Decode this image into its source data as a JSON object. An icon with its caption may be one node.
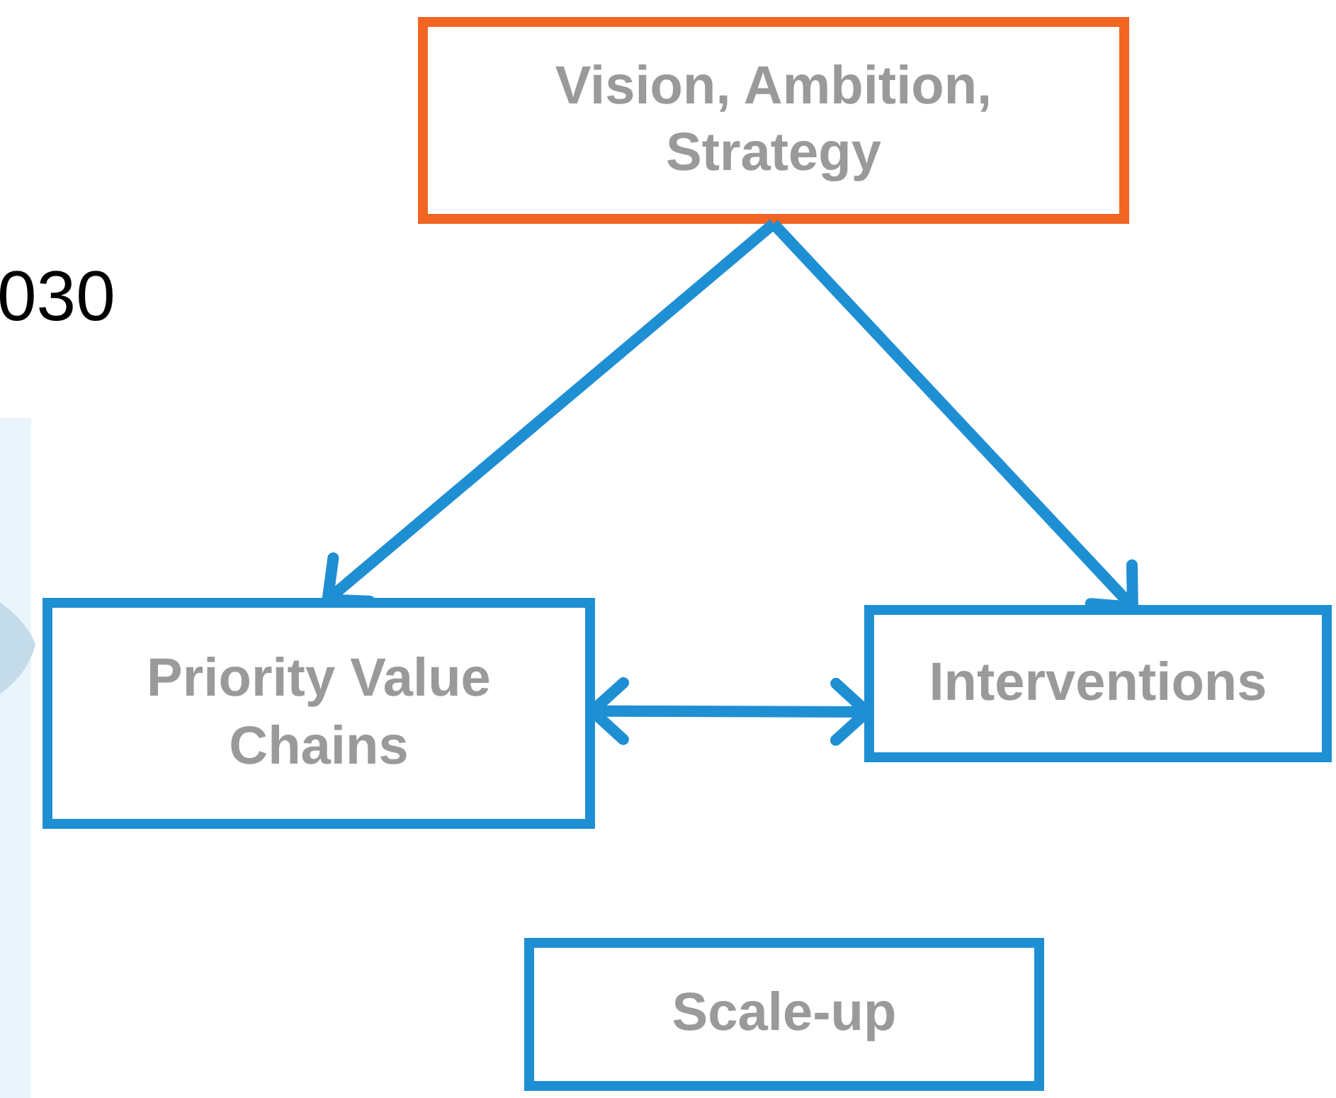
{
  "diagram": {
    "nodes": [
      {
        "text": [
          "Vision, Ambition, Strategy"
        ]
      },
      {
        "text": [
          "Priority Value Chains"
        ]
      },
      {
        "text": [
          "Interventions"
        ]
      },
      {
        "text": [
          "Scale-up"
        ]
      }
    ],
    "edges": [
      {
        "from": 0,
        "to": 1,
        "arrow": "to"
      },
      {
        "from": 0,
        "to": 2,
        "arrow": "to"
      },
      {
        "from": 1,
        "to": 2,
        "arrow": "both"
      }
    ],
    "labels": [
      "030"
    ]
  }
}
